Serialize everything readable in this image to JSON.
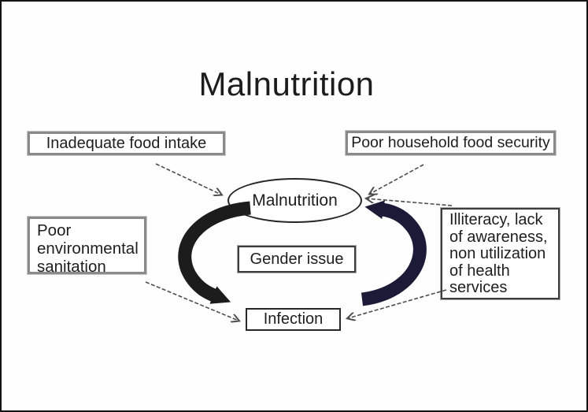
{
  "diagram": {
    "title": "Malnutrition",
    "nodes": {
      "inadequate_food_intake": {
        "label": "Inadequate food intake"
      },
      "poor_household_food_security": {
        "label": "Poor household food security"
      },
      "malnutrition": {
        "label": "Malnutrition",
        "shape": "ellipse"
      },
      "poor_environmental_sanitation": {
        "label": "Poor\nenvironmental\nsanitation"
      },
      "gender_issue": {
        "label": "Gender issue"
      },
      "illiteracy_awareness_services": {
        "label": "Illiteracy, lack\nof awareness,\nnon utilization\nof health\nservices"
      },
      "infection": {
        "label": "Infection"
      }
    },
    "edges": [
      {
        "from": "inadequate_food_intake",
        "to": "malnutrition",
        "style": "thin-arrow"
      },
      {
        "from": "poor_household_food_security",
        "to": "malnutrition",
        "style": "thin-arrow"
      },
      {
        "from": "illiteracy_awareness_services",
        "to": "malnutrition",
        "style": "thin-arrow"
      },
      {
        "from": "poor_environmental_sanitation",
        "to": "infection",
        "style": "thin-arrow"
      },
      {
        "from": "illiteracy_awareness_services",
        "to": "infection",
        "style": "thin-arrow"
      },
      {
        "from": "malnutrition",
        "to": "infection",
        "style": "thick-cycle-arrow"
      },
      {
        "from": "infection",
        "to": "malnutrition",
        "style": "thick-cycle-arrow"
      }
    ],
    "colors": {
      "thick_arrow_left": "#1c1c1c",
      "thick_arrow_right": "#1b1b38",
      "thin_arrow": "#4c4c4c",
      "box_border_gray": "#8a8a8a",
      "box_border_dark": "#3d3d3d",
      "frame_border": "#131313",
      "text": "#1e1e1e"
    }
  }
}
